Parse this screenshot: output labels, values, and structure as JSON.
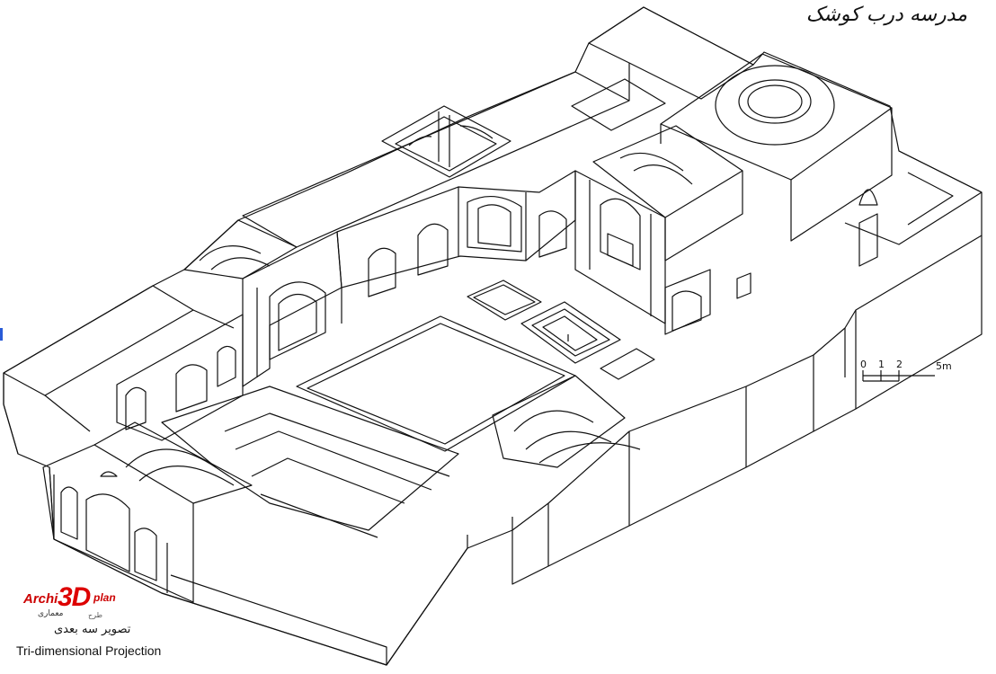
{
  "title_fa": "مدرسه درب کوشک",
  "caption_fa": "تصویر سه بعدی",
  "caption_en": "Tri-dimensional  Projection",
  "logo": {
    "part1": "Archi",
    "part2": "3D",
    "part3": "plan",
    "sub_fa": "معماری",
    "sub_small": "طرح"
  },
  "scale": {
    "ticks": [
      "0",
      "1",
      "2"
    ],
    "end_label": "5m"
  },
  "colors": {
    "line": "#111111",
    "logo_red": "#cc0000",
    "edge_mark": "#2a5bd7"
  }
}
